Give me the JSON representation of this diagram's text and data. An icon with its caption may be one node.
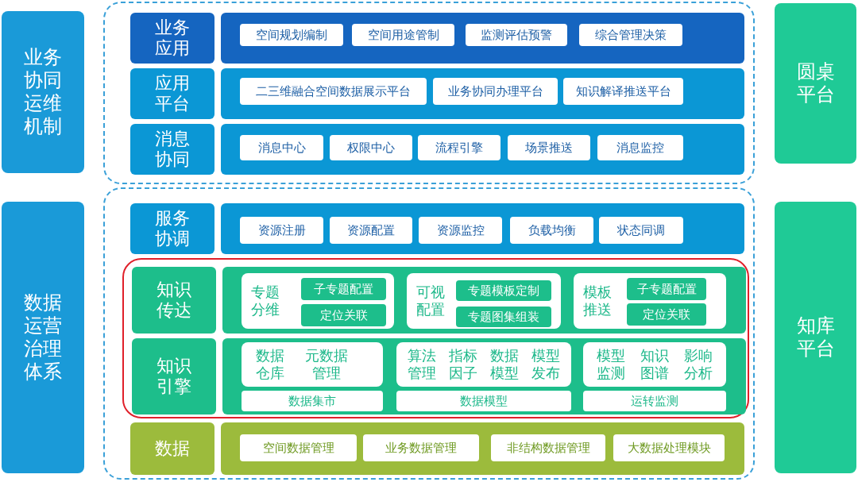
{
  "diagram": {
    "nodes": [
      {
        "text": [
          "业务协同运维机制"
        ]
      },
      {
        "text": [],
        "shape": "box"
      },
      {
        "text": [
          "业务应用"
        ],
        "in": 1
      },
      {
        "text": [],
        "shape": "box",
        "in": 1
      },
      {
        "text": [
          "空间规划编制"
        ],
        "in": 3
      },
      {
        "text": [
          "空间用途管制"
        ],
        "in": 3
      },
      {
        "text": [
          "监测评估预警"
        ],
        "in": 3
      },
      {
        "text": [
          "综合管理决策"
        ],
        "in": 3
      },
      {
        "text": [
          "应用平台"
        ],
        "in": 1
      },
      {
        "text": [],
        "shape": "box",
        "in": 1
      },
      {
        "text": [
          "二三维融合空间数据展示平台"
        ],
        "in": 9
      },
      {
        "text": [
          "业务协同办理平台"
        ],
        "in": 9
      },
      {
        "text": [
          "知识解译推送平台"
        ],
        "in": 9
      },
      {
        "text": [
          "消息协同"
        ],
        "in": 1
      },
      {
        "text": [],
        "shape": "box",
        "in": 1
      },
      {
        "text": [
          "消息中心"
        ],
        "in": 14
      },
      {
        "text": [
          "权限中心"
        ],
        "in": 14
      },
      {
        "text": [
          "流程引擎"
        ],
        "in": 14
      },
      {
        "text": [
          "场景推送"
        ],
        "in": 14
      },
      {
        "text": [
          "消息监控"
        ],
        "in": 14
      },
      {
        "text": [
          "圆桌平台"
        ]
      },
      {
        "text": [
          "数据运营治理体系"
        ]
      },
      {
        "text": [],
        "shape": "box"
      },
      {
        "text": [
          "服务协调"
        ],
        "in": 22
      },
      {
        "text": [],
        "shape": "box",
        "in": 22
      },
      {
        "text": [
          "资源注册"
        ],
        "in": 24
      },
      {
        "text": [
          "资源配置"
        ],
        "in": 24
      },
      {
        "text": [
          "资源监控"
        ],
        "in": 24
      },
      {
        "text": [
          "负载均衡"
        ],
        "in": 24
      },
      {
        "text": [
          "状态同调"
        ],
        "in": 24
      },
      {
        "text": [],
        "shape": "box",
        "in": 22
      },
      {
        "text": [
          "知识传达"
        ],
        "in": 30
      },
      {
        "text": [],
        "shape": "box",
        "in": 30
      },
      {
        "text": [
          "专题分维"
        ],
        "in": 32
      },
      {
        "text": [
          "子专题配置"
        ],
        "in": 33
      },
      {
        "text": [
          "定位关联"
        ],
        "in": 33
      },
      {
        "text": [
          "可视配置"
        ],
        "in": 32
      },
      {
        "text": [
          "专题模板定制"
        ],
        "in": 36
      },
      {
        "text": [
          "专题图集组装"
        ],
        "in": 36
      },
      {
        "text": [
          "模板推送"
        ],
        "in": 32
      },
      {
        "text": [
          "子专题配置"
        ],
        "in": 39
      },
      {
        "text": [
          "定位关联"
        ],
        "in": 39
      },
      {
        "text": [
          "知识引擎"
        ],
        "in": 30
      },
      {
        "text": [],
        "shape": "box",
        "in": 30
      },
      {
        "text": [
          "数据仓库",
          "元数据管理"
        ],
        "in": 43
      },
      {
        "text": [
          "算法管理",
          "指标因子",
          "数据模型",
          "模型发布"
        ],
        "in": 43
      },
      {
        "text": [
          "模型监测",
          "知识图谱",
          "影响分析"
        ],
        "in": 43
      },
      {
        "text": [
          "数据集市"
        ],
        "in": 43
      },
      {
        "text": [
          "数据模型"
        ],
        "in": 43
      },
      {
        "text": [
          "运转监测"
        ],
        "in": 43
      },
      {
        "text": [
          "数据"
        ],
        "in": 22
      },
      {
        "text": [],
        "shape": "box",
        "in": 22
      },
      {
        "text": [
          "空间数据管理"
        ],
        "in": 51
      },
      {
        "text": [
          "业务数据管理"
        ],
        "in": 51
      },
      {
        "text": [
          "非结构数据管理"
        ],
        "in": 51
      },
      {
        "text": [
          "大数据处理模块"
        ],
        "in": 51
      },
      {
        "text": [
          "知库平台"
        ]
      }
    ]
  }
}
